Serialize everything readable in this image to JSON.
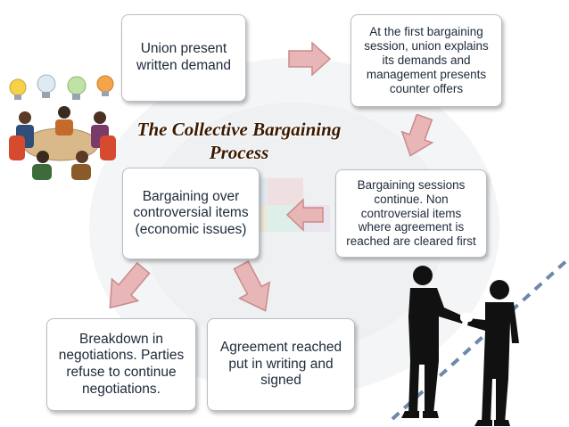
{
  "title": "The Collective Bargaining\nProcess",
  "steps": [
    {
      "text": "Union present\nwritten demand"
    },
    {
      "text": "At the first bargaining\nsession, union explains\nits demands and\nmanagement presents\ncounter offers"
    },
    {
      "text": "Bargaining sessions\ncontinue. Non\ncontroversial items\nwhere agreement is\nreached are cleared first"
    },
    {
      "text": "Bargaining over\ncontroversial items\n(economic issues)"
    },
    {
      "text": "Breakdown in\nnegotiations.  Parties\nrefuse to continue\nnegotiations."
    },
    {
      "text": "Agreement reached\nput in writing and\nsigned"
    }
  ],
  "colors": {
    "arrow_fill": "#e8b6b6",
    "arrow_stroke": "#c98a8a",
    "box_border": "#b9bec4",
    "text": "#1d2a3a",
    "title": "#3b1a00"
  }
}
